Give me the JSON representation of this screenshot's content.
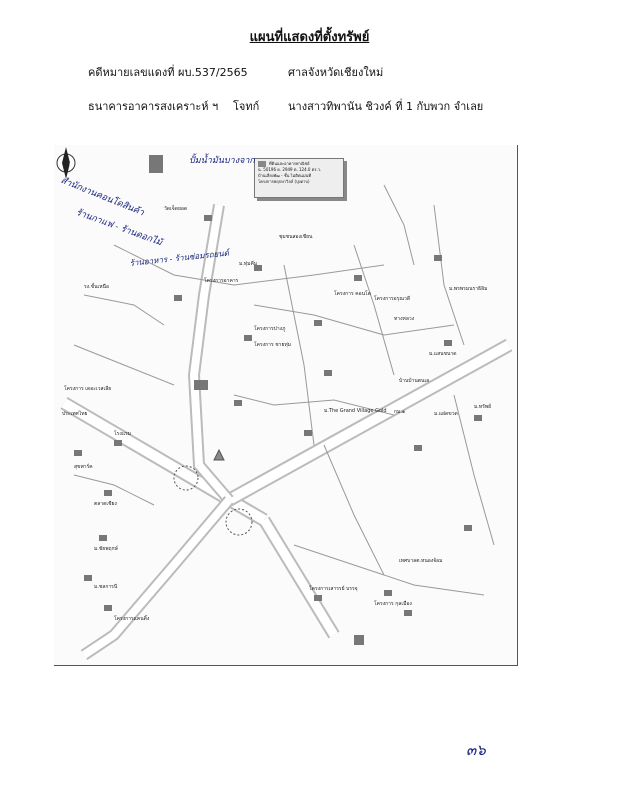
{
  "document": {
    "title": "แผนที่แสดงที่ตั้งทรัพย์",
    "case_number": "คดีหมายเลขแดงที่  ผบ.537/2565",
    "court": "ศาลจังหวัดเชียงใหม่",
    "plaintiff": "ธนาคารอาคารสงเคราะห์ ฯ",
    "plaintiff_role": "โจทก์",
    "defendant": "นางสาวทิพานัน ชิวงค์ ที่ 1 กับพวก  จำเลย",
    "page_number": "๓๖"
  },
  "map": {
    "legend": {
      "title": "ที่ดินและอาคารพาณิชย์",
      "line1": "ฉ. 50196  ด. 2949  ต. 124.0 ตร.ว.",
      "line2": "บ้านเลียงพัฒ - ชั้น ไม่ติดแม่นที",
      "line3": "โครงการพฤกษาวิลล์ (ปุงดาบ)"
    },
    "labels": [
      "วัดเจ็ดยอด",
      "ชุมชนสองเชียน",
      "ม.ทุ่มคีม",
      "โครงการอาคาร",
      "โครงการ คอนโด",
      "โครงการอรุณวดี",
      "ทางหลวง",
      "รง.ชั้นเหนือ",
      "โครงการปางภู",
      "โครงการ ชายทุ่ม",
      "ม.พรพรมนราธิอิม",
      "ม.แสนขนาด",
      "บ้านบ้านตนเล",
      "โครงการ เดอะเวสเลีย",
      "ประเทศไทย",
      "โรงแรม",
      "ม.The Grand Village Gold",
      "กม.๑",
      "ม.แฝดขวด",
      "ม.ทรัพย์",
      "สุขพาร์ค",
      "ตลาดเชียง",
      "ม.ชัยพฤกษ์",
      "ม.ชลการนี",
      "โครงการเสารรย์ บรรจุ",
      "โครงการ กุลเมือง",
      "เทศบาลต.หนองจ้อม",
      "โครงการแคนดิ้ง"
    ],
    "handwritten": {
      "top": "ปั้มน้ำมันบางจาก",
      "left1": "สำนักงานคอนโดสินค้า",
      "left2": "ร้านกาแฟ - ร้านดอกไม้",
      "left3": "ร้านอาหาร - ร้านซ่อมรถยนต์"
    },
    "compass_label": "N"
  }
}
